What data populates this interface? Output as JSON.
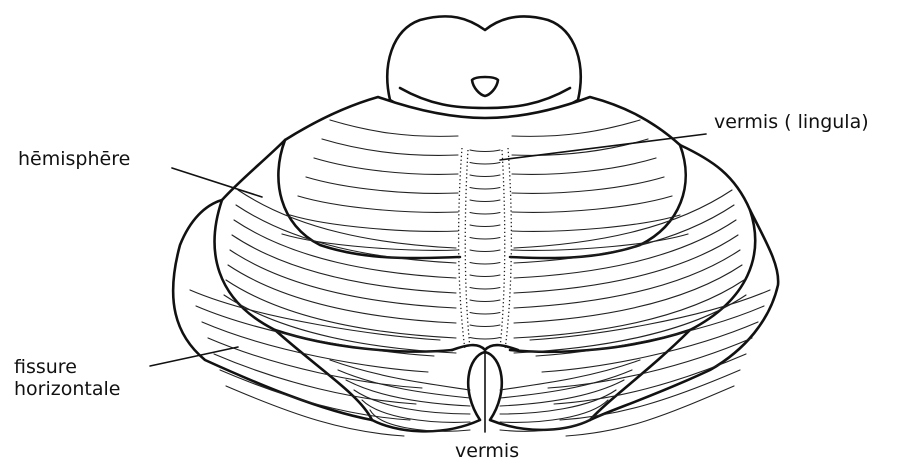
{
  "labels": {
    "hemisphere": "hēmisphēre",
    "vermis_lingula": "vermis ( lingula)",
    "fissure_line1": "fissure",
    "fissure_line2": "horizontale",
    "vermis": "vermis"
  },
  "colors": {
    "ink": "#111111",
    "background": "#ffffff"
  }
}
